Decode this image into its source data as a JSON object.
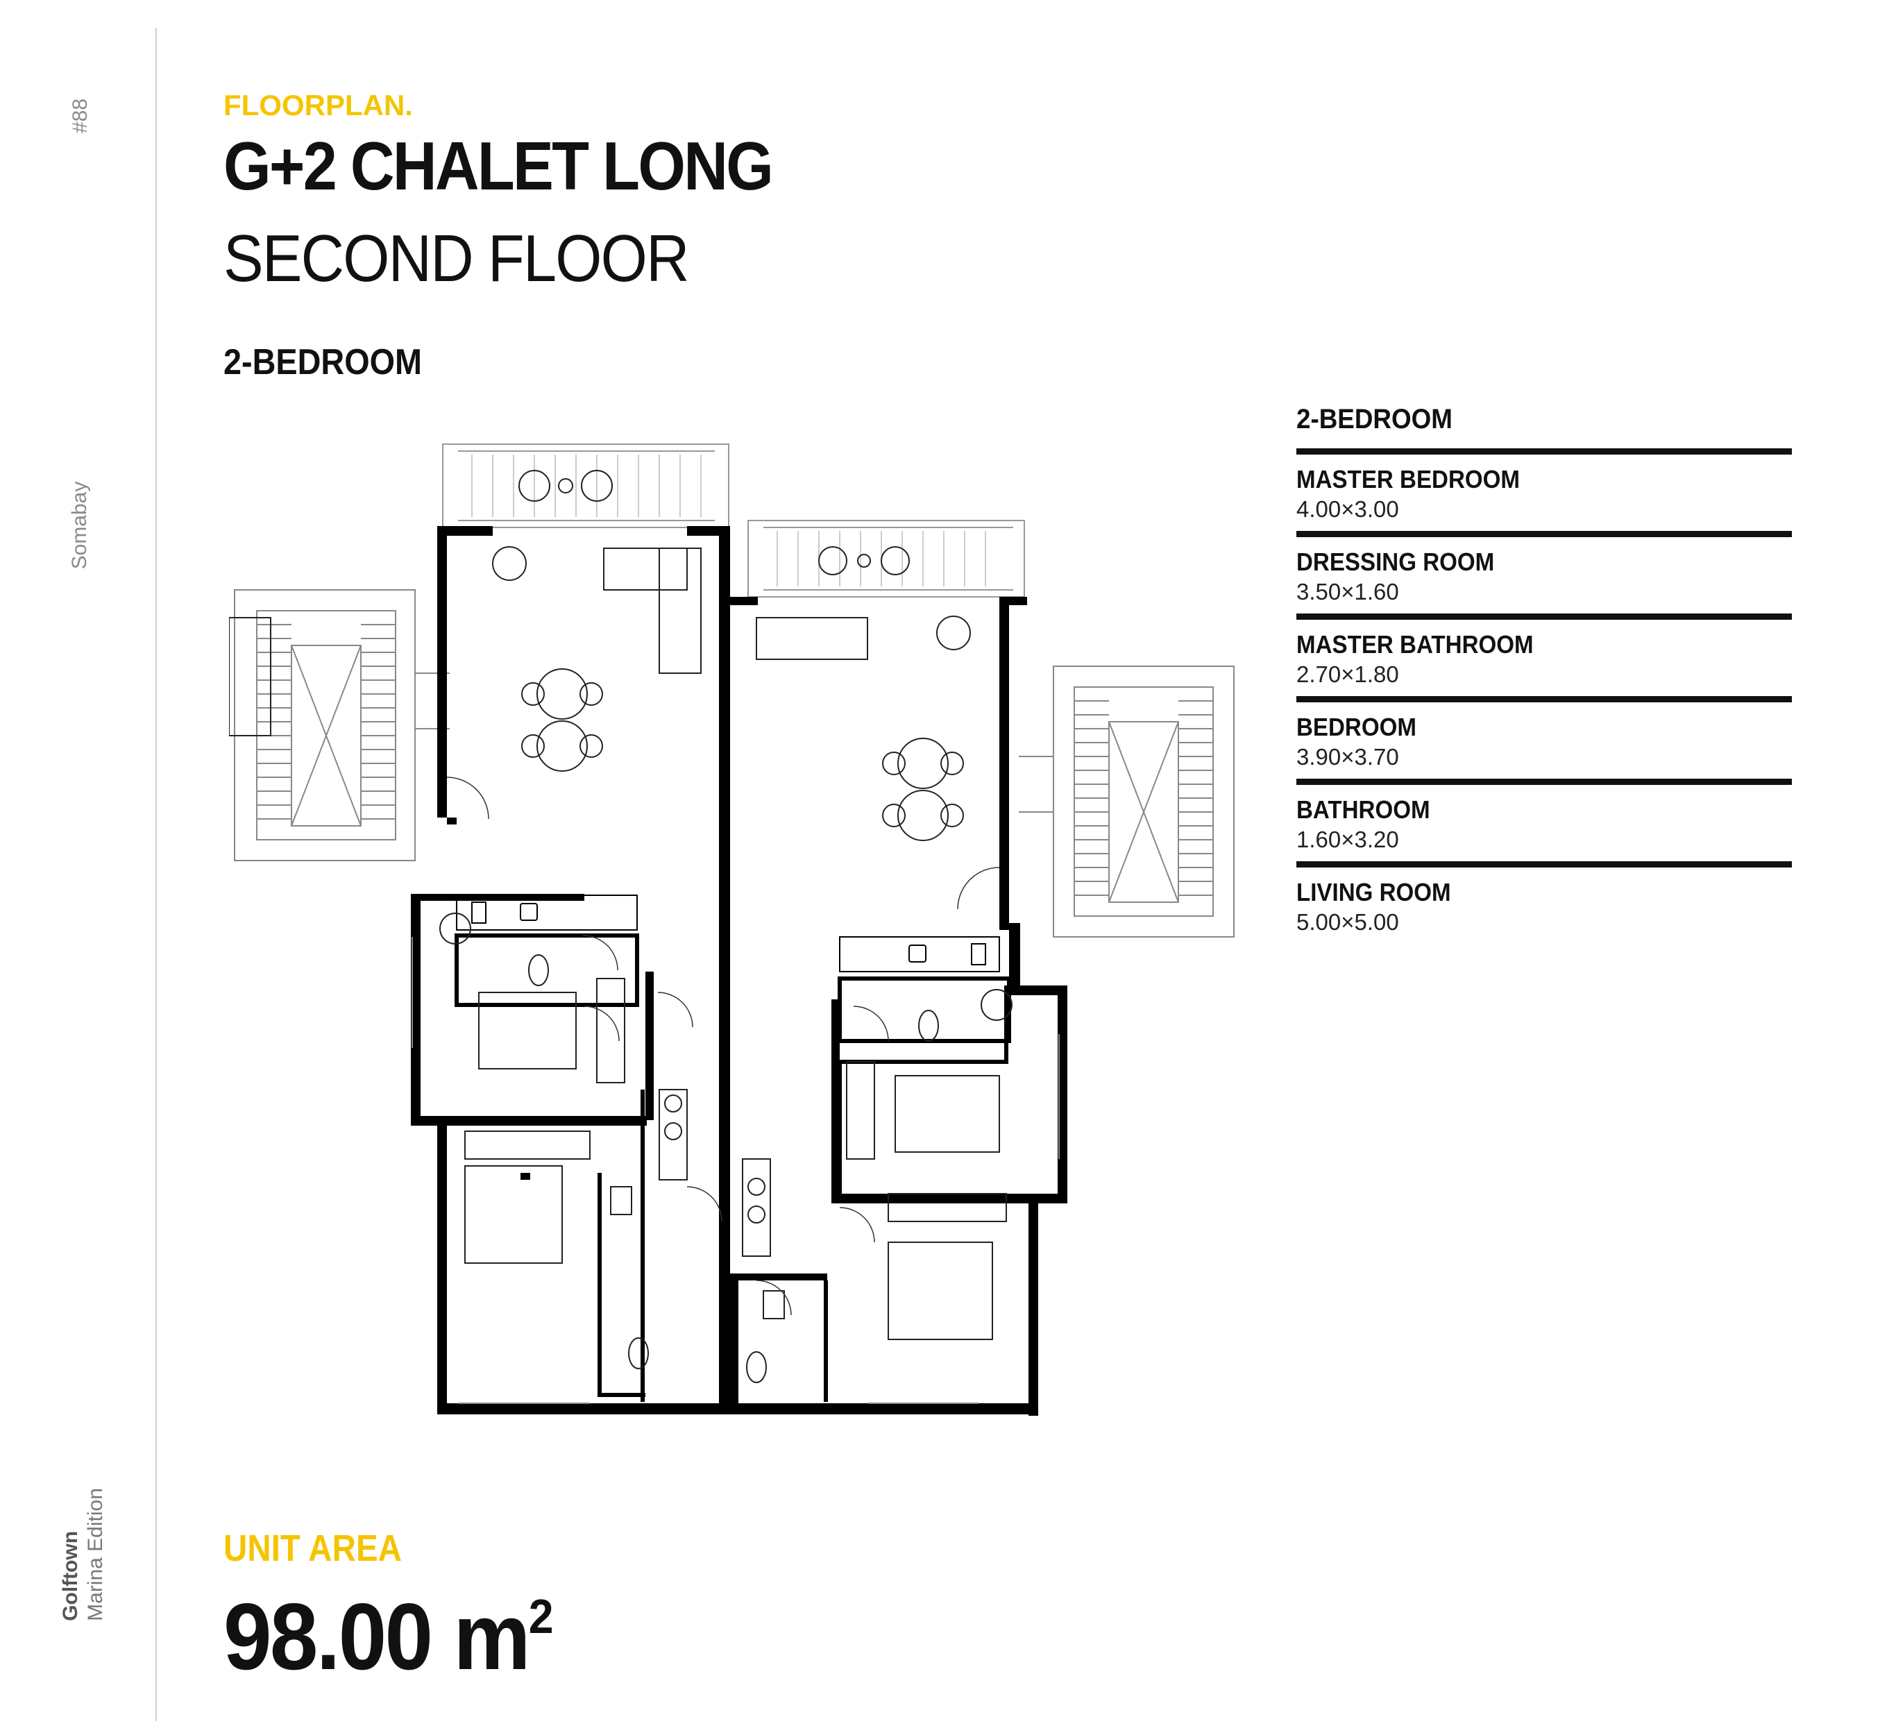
{
  "sidebar": {
    "page_number": "#88",
    "location": "Somabay",
    "brand_name": "Golftown",
    "brand_edition": "Marina Edition"
  },
  "header": {
    "eyebrow": "FLOORPLAN.",
    "title": "G+2 CHALET LONG",
    "subtitle": "SECOND FLOOR",
    "unit_type": "2-BEDROOM"
  },
  "spec": {
    "heading": "2-BEDROOM",
    "rooms": [
      {
        "name": "MASTER BEDROOM",
        "dims": "4.00×3.00"
      },
      {
        "name": "DRESSING ROOM",
        "dims": "3.50×1.60"
      },
      {
        "name": "MASTER BATHROOM",
        "dims": "2.70×1.80"
      },
      {
        "name": "BEDROOM",
        "dims": "3.90×3.70"
      },
      {
        "name": "BATHROOM",
        "dims": "1.60×3.20"
      },
      {
        "name": "LIVING ROOM",
        "dims": "5.00×5.00"
      }
    ]
  },
  "area": {
    "label": "UNIT AREA",
    "value": "98.00 m",
    "unit_sup": "2"
  },
  "colors": {
    "accent": "#f5c400",
    "text": "#111111",
    "muted": "#8a8a8a",
    "wall": "#000000",
    "line": "#999999"
  }
}
